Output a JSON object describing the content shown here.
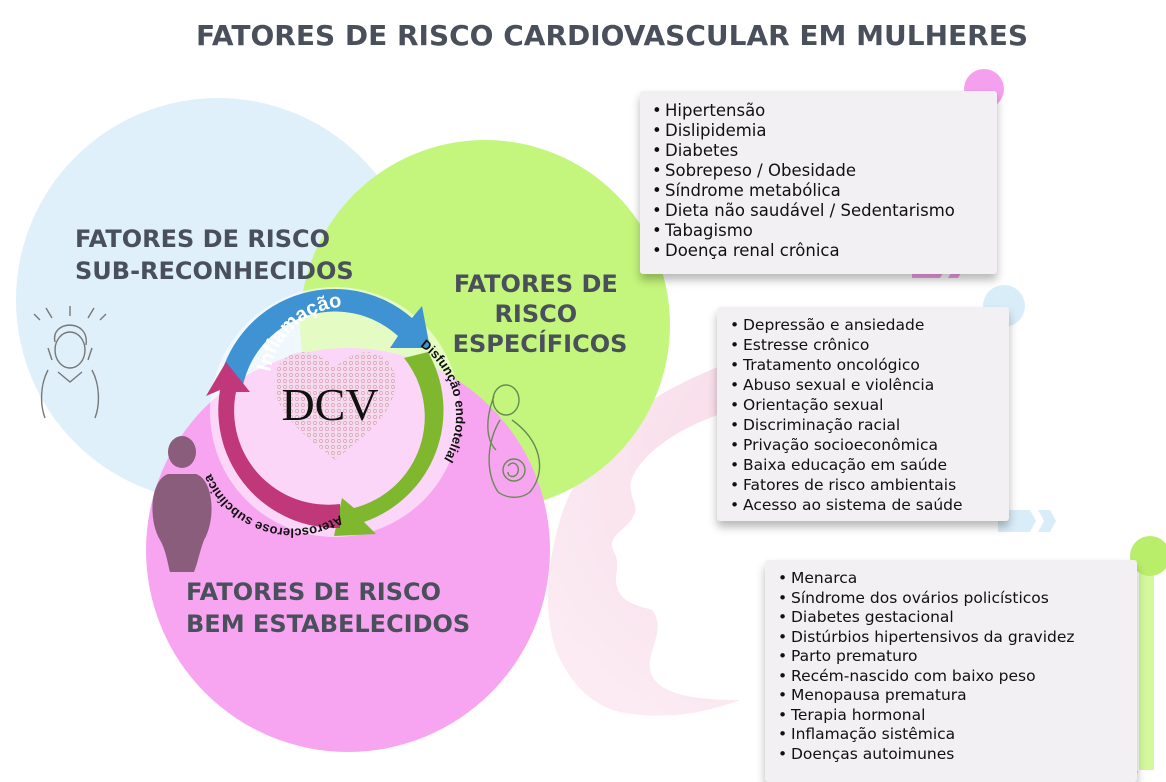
{
  "title": "FATORES DE RISCO CARDIOVASCULAR EM MULHERES",
  "circles": {
    "under_recognized": [
      "FATORES DE RISCO",
      "SUB-RECONHECIDOS"
    ],
    "specific": [
      "FATORES DE",
      "RISCO",
      "ESPECÍFICOS"
    ],
    "well_established": [
      "FATORES DE RISCO",
      "BEM ESTABELECIDOS"
    ]
  },
  "cycle": {
    "center": "DCV",
    "arrows": [
      "Inflamação",
      "Disfunção endotelial",
      "Aterosclerose subclínica"
    ]
  },
  "lists": {
    "well_established": [
      "Hipertensão",
      "Dislipidemia",
      "Diabetes",
      "Sobrepeso / Obesidade",
      "Síndrome metabólica",
      "Dieta não saudável / Sedentarismo",
      "Tabagismo",
      "Doença renal crônica"
    ],
    "under_recognized": [
      "Depressão e ansiedade",
      "Estresse crônico",
      "Tratamento oncológico",
      "Abuso sexual e violência",
      "Orientação sexual",
      "Discriminação racial",
      "Privação socioeconômica",
      "Baixa educação em saúde",
      "Fatores de risco ambientais",
      "Acesso ao sistema de saúde"
    ],
    "specific": [
      "Menarca",
      "Síndrome dos ovários policísticos",
      "Diabetes gestacional",
      "Distúrbios hipertensivos da gravidez",
      "Parto prematuro",
      "Recém-nascido com baixo peso",
      "Menopausa prematura",
      "Terapia hormonal",
      "Inflamação sistêmica",
      "Doenças autoimunes"
    ]
  },
  "colors": {
    "title": "#4a4f5c",
    "circle_blue": "#dff0fb",
    "circle_green": "#c4f57c",
    "circle_pink": "#f7a5f0",
    "arrow_blue": "#3f93d2",
    "arrow_green": "#7fb82e",
    "arrow_magenta": "#c0387a",
    "heart": "#f4dcec",
    "card_bg": "#f2f0f2"
  },
  "icons": [
    "stressed-woman-icon",
    "pregnant-woman-icon",
    "obese-woman-icon",
    "woman-profile-silhouette",
    "fingerprint-heart-icon"
  ]
}
